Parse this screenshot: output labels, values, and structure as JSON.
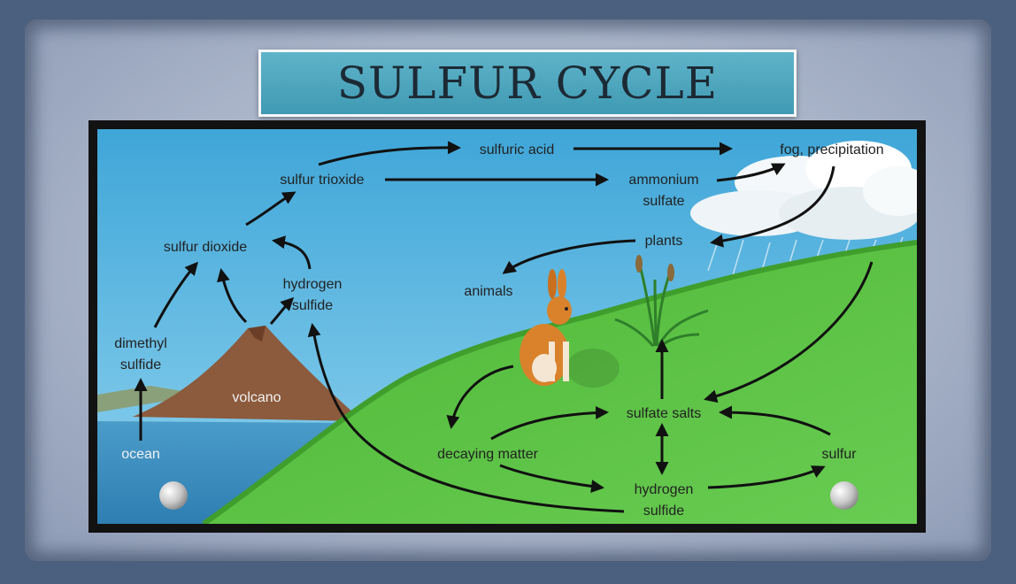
{
  "title": "SULFUR CYCLE",
  "labels": {
    "sulfuric_acid": "sulfuric acid",
    "fog_precipitation": "fog, precipitation",
    "sulfur_trioxide": "sulfur trioxide",
    "ammonium_line1": "ammonium",
    "ammonium_line2": "sulfate",
    "sulfur_dioxide": "sulfur dioxide",
    "hydrogen_top_line1": "hydrogen",
    "hydrogen_top_line2": "sulfide",
    "plants": "plants",
    "animals": "animals",
    "dimethyl_line1": "dimethyl",
    "dimethyl_line2": "sulfide",
    "volcano": "volcano",
    "ocean": "ocean",
    "sulfate_salts": "sulfate salts",
    "decaying_matter": "decaying matter",
    "sulfur": "sulfur",
    "hydrogen_bottom_line1": "hydrogen",
    "hydrogen_bottom_line2": "sulfide"
  },
  "colors": {
    "sky": "#5fb8dc",
    "grass": "#5cc443",
    "ocean": "#3d8fc0",
    "volcano": "#8c5a3c",
    "title_box": "#4aa5bd",
    "arrow": "#111111"
  }
}
